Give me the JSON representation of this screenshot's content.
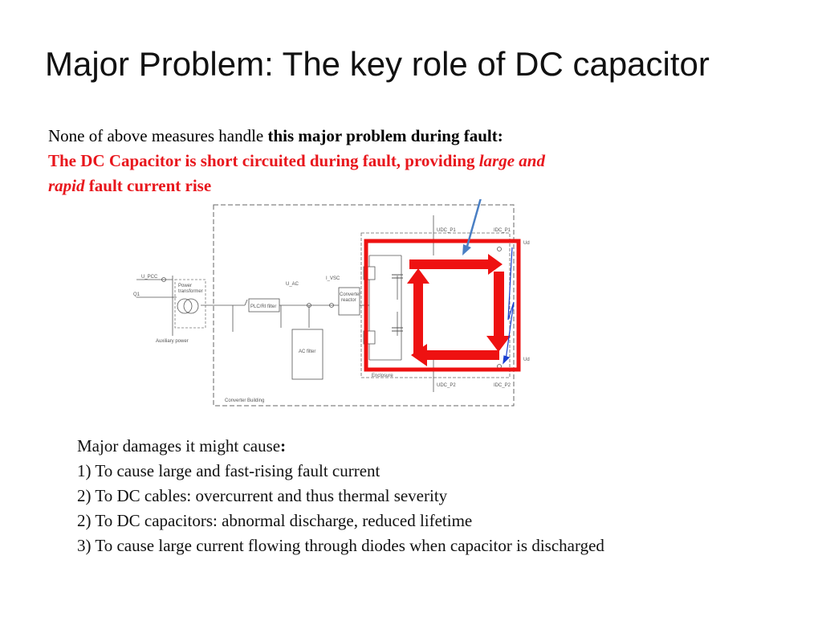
{
  "slide": {
    "title": "Major Problem: The key role of DC capacitor",
    "intro": {
      "line1_normal": "None of above measures  handle ",
      "line1_bold": "this major problem during fault:",
      "line2_a": "The DC Capacitor is short circuited during fault, providing ",
      "line2_italic": "large and",
      "line3_italic": "rapid",
      "line3_b": " fault current rise"
    },
    "damages": {
      "heading": "Major damages it might cause",
      "heading_colon": ":",
      "items": [
        "1) To cause large and fast-rising fault current",
        "2) To DC cables: overcurrent and thus thermal severity",
        "2) To DC capacitors: abnormal discharge, reduced lifetime",
        "3) To cause large current flowing through diodes when capacitor is discharged"
      ]
    }
  },
  "diagram": {
    "labels": {
      "u_pcc": "U_PCC",
      "q1": "Q1",
      "power_transformer_1": "Power",
      "power_transformer_2": "transformer",
      "auxiliary_power": "Auxiliary power",
      "plc_rf_filter": "PLC/RI filter",
      "u_ac": "U_AC",
      "i_vsc": "I_VSC",
      "converter_reactor_1": "Converter",
      "converter_reactor_2": "reactor",
      "ac_filter": "AC filter",
      "udc_p1": "UDC_P1",
      "idc_p1": "IDC_P1",
      "ud_top": "Ud",
      "ud_bottom": "Ud",
      "udc_p2": "UDC_P2",
      "idc_p2": "IDC_P2",
      "enclosure": "Enclosure",
      "converter_building": "Converter Building"
    },
    "colors": {
      "fault_path": "#ee1111",
      "pointer_arrow": "#4a7fc4",
      "fault_current_trace": "#1a3fd0",
      "schematic_line": "#555555"
    }
  }
}
